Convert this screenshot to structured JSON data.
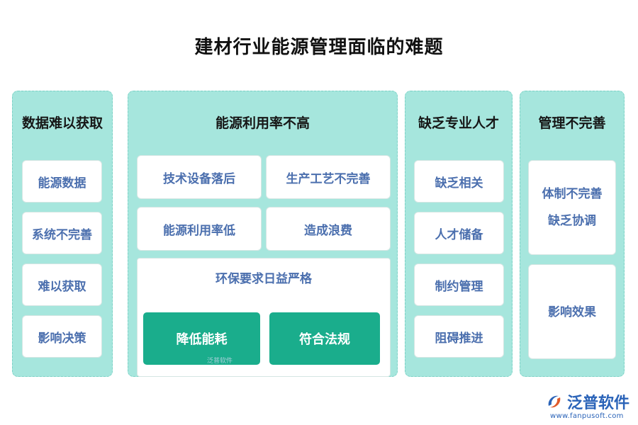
{
  "title": "建材行业能源管理面临的难题",
  "panels": [
    {
      "title": "数据难以获取",
      "items": [
        "能源数据",
        "系统不完善",
        "难以获取",
        "影响决策"
      ]
    },
    {
      "title": "能源利用率不高",
      "grid": [
        "技术设备落后",
        "生产工艺不完善",
        "能源利用率低",
        "造成浪费"
      ],
      "sub_title": "环保要求日益严格",
      "actions": [
        "降低能耗",
        "符合法规"
      ]
    },
    {
      "title": "缺乏专业人才",
      "items": [
        "缺乏相关",
        "人才储备",
        "制约管理",
        "阻碍推进"
      ]
    },
    {
      "title": "管理不完善",
      "box1": [
        "体制不完善",
        "缺乏协调"
      ],
      "box2": [
        "影响效果"
      ]
    }
  ],
  "watermark": "泛普软件",
  "brand": {
    "name": "泛普软件",
    "url": "www.fanpusoft.com"
  },
  "colors": {
    "panel_bg": "#a6e6dd",
    "action_bg": "#1aad8c",
    "item_text": "#4b6fae",
    "brand": "#2a63b8"
  }
}
